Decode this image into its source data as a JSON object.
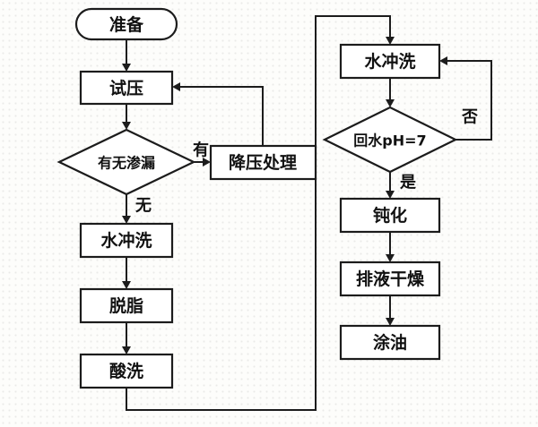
{
  "diagram": {
    "nodes": {
      "prepare": "准备",
      "pressure_test": "试压",
      "leak_check": "有无渗漏",
      "depressurize": "降压处理",
      "water_rinse_left": "水冲洗",
      "degrease": "脱脂",
      "acid_wash": "酸洗",
      "water_rinse_right": "水冲洗",
      "ph_check": "回水pH=7",
      "passivation": "钝化",
      "drain_dry": "排液干燥",
      "oiling": "涂油"
    },
    "edge_labels": {
      "leak_yes": "有",
      "leak_no": "无",
      "ph_no": "否",
      "ph_yes": "是"
    },
    "colors": {
      "line": "#1c1c1c",
      "node_fill": "#ffffff",
      "background": "#fdfdfb"
    }
  }
}
